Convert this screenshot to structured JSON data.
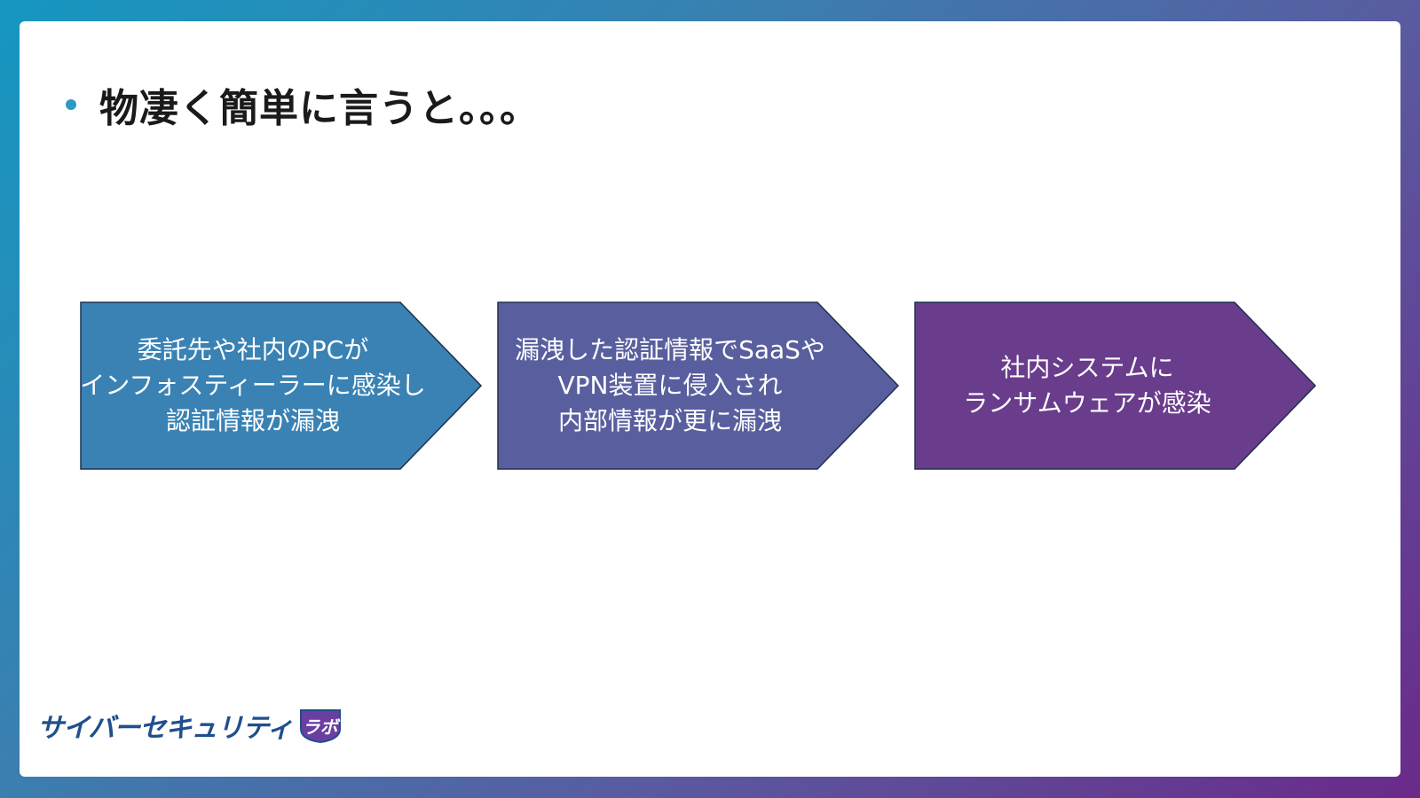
{
  "slide": {
    "title": "物凄く簡単に言うと。。。"
  },
  "flow": {
    "steps": [
      {
        "text": "委託先や社内のPCが\nインフォスティーラーに感染し\n認証情報が漏洩",
        "color": "#3a82b4"
      },
      {
        "text": "漏洩した認証情報でSaaSや\nVPN装置に侵入され\n内部情報が更に漏洩",
        "color": "#595f9e"
      },
      {
        "text": "社内システムに\nランサムウェアが感染",
        "color": "#6a3c8c"
      }
    ]
  },
  "logo": {
    "text": "サイバーセキュリティ",
    "badge": "ラボ",
    "color": "#1f4f8c",
    "badge_color": "#6a3fa0"
  },
  "colors": {
    "bullet": "#2a9ac4"
  }
}
